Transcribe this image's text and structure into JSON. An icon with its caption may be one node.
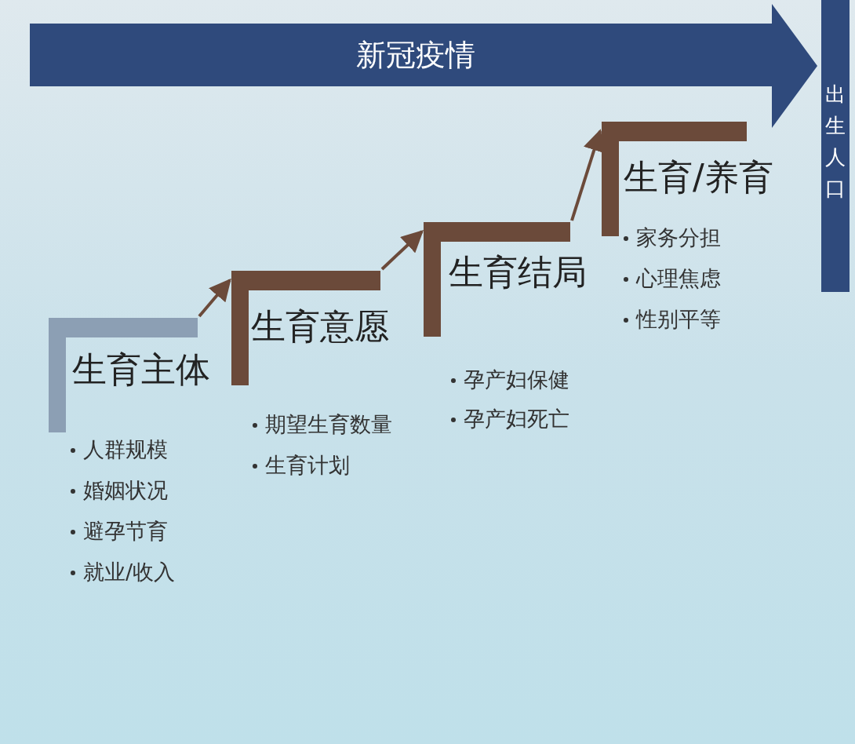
{
  "diagram": {
    "nodes": [
      {
        "text": [
          "新冠疫情"
        ]
      },
      {
        "text": [
          "出生人口"
        ]
      },
      {
        "text": [
          "生育主体",
          "人群规模",
          "婚姻状况",
          "避孕节育",
          "就业/收入"
        ]
      },
      {
        "text": [
          "生育意愿",
          "期望生育数量",
          "生育计划"
        ]
      },
      {
        "text": [
          "生育结局",
          "孕产妇保健",
          "孕产妇死亡"
        ]
      },
      {
        "text": [
          "生育/养育",
          "家务分担",
          "心理焦虑",
          "性别平等"
        ]
      }
    ],
    "edges": [
      {
        "from": 2,
        "to": 3,
        "arrow": "to"
      },
      {
        "from": 3,
        "to": 4,
        "arrow": "to"
      },
      {
        "from": 4,
        "to": 5,
        "arrow": "to"
      }
    ]
  }
}
